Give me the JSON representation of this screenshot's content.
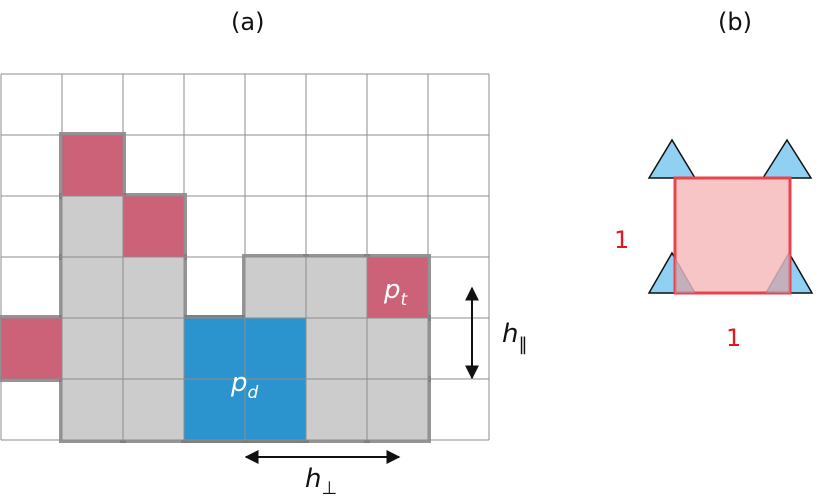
{
  "panel_a": {
    "label": "(a)",
    "grid": {
      "cols": 8,
      "rows": 6
    },
    "gray_cells": [
      [
        1,
        2
      ],
      [
        1,
        3
      ],
      [
        1,
        4
      ],
      [
        1,
        5
      ],
      [
        2,
        3
      ],
      [
        2,
        4
      ],
      [
        2,
        5
      ],
      [
        3,
        4
      ],
      [
        3,
        5
      ],
      [
        4,
        3
      ],
      [
        4,
        4
      ],
      [
        4,
        5
      ],
      [
        5,
        3
      ],
      [
        5,
        4
      ],
      [
        5,
        5
      ],
      [
        6,
        4
      ],
      [
        6,
        5
      ]
    ],
    "pink_cells": [
      [
        0,
        4
      ],
      [
        1,
        1
      ],
      [
        2,
        2
      ],
      [
        6,
        3
      ]
    ],
    "blue_block": {
      "col": 3,
      "row": 4,
      "cols": 2,
      "rows": 2
    },
    "p_t": {
      "base": "p",
      "sub": "t"
    },
    "p_d": {
      "base": "p",
      "sub": "d"
    },
    "h_par": {
      "base": "h",
      "sub": "‖"
    },
    "h_perp": {
      "base": "h",
      "sub": "⊥"
    },
    "colors": {
      "gray": "#cccccc",
      "pink": "#cc6277",
      "blue": "#2b93cd",
      "grid": "#8c8c8c",
      "outline": "#7a7a7a"
    }
  },
  "panel_b": {
    "label": "(b)",
    "side_left": "1",
    "side_bottom": "1",
    "colors": {
      "square_fill": "#f7b8bb",
      "square_stroke": "#e9434c",
      "triangle_fill": "#8fd0f3",
      "label": "#e3171d"
    }
  }
}
